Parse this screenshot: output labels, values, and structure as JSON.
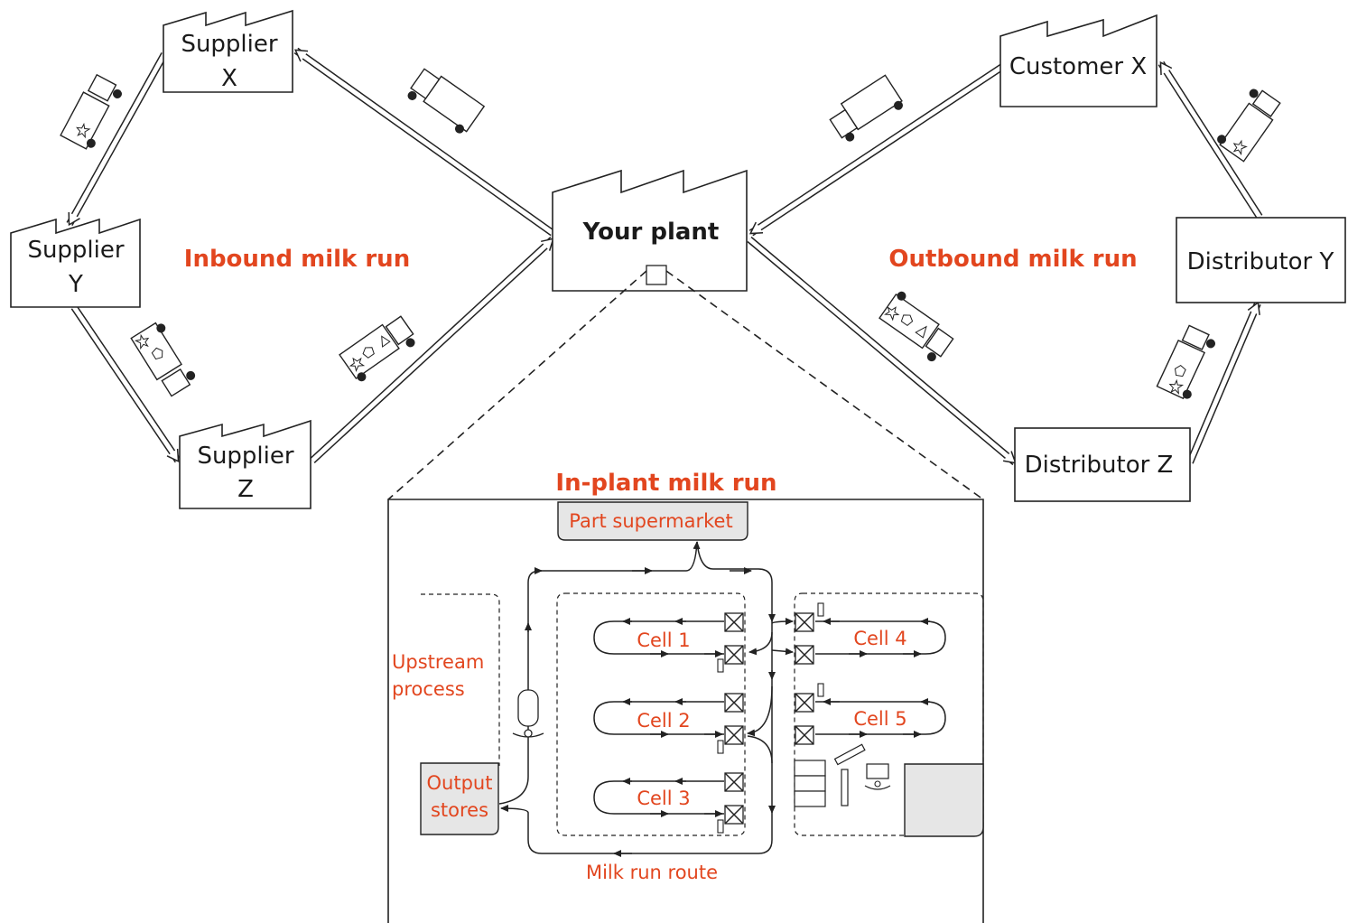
{
  "nodes": {
    "supplier_x": {
      "line1": "Supplier",
      "line2": "X"
    },
    "supplier_y": {
      "line1": "Supplier",
      "line2": "Y"
    },
    "supplier_z": {
      "line1": "Supplier",
      "line2": "Z"
    },
    "your_plant": "Your plant",
    "customer_x": "Customer X",
    "distributor_y": "Distributor Y",
    "distributor_z": "Distributor Z"
  },
  "regions": {
    "inbound": "Inbound milk run",
    "outbound": "Outbound milk run"
  },
  "inset": {
    "title": "In-plant milk run",
    "part_supermarket": "Part supermarket",
    "upstream_line1": "Upstream",
    "upstream_line2": "process",
    "output_line1": "Output",
    "output_line2": "stores",
    "cells": [
      "Cell 1",
      "Cell 2",
      "Cell 3",
      "Cell 4",
      "Cell 5"
    ],
    "route": "Milk run route"
  },
  "colors": {
    "accent": "#e2461f",
    "line": "#222222",
    "fill_grey": "#e6e6e6"
  }
}
